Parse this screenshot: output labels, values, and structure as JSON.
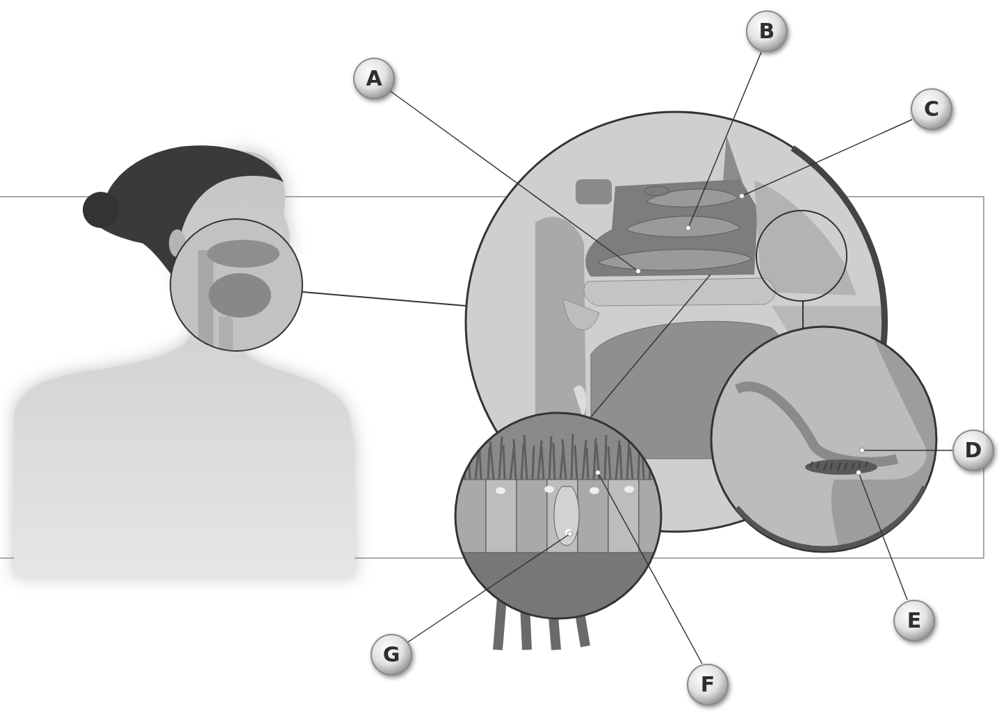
{
  "diagram": {
    "nodes": [
      {
        "text": [
          "A"
        ]
      },
      {
        "text": [
          "B"
        ]
      },
      {
        "text": [
          "C"
        ]
      },
      {
        "text": [
          "D"
        ]
      },
      {
        "text": [
          "E"
        ]
      },
      {
        "text": [
          "F"
        ]
      },
      {
        "text": [
          "G"
        ]
      }
    ],
    "edges": []
  }
}
